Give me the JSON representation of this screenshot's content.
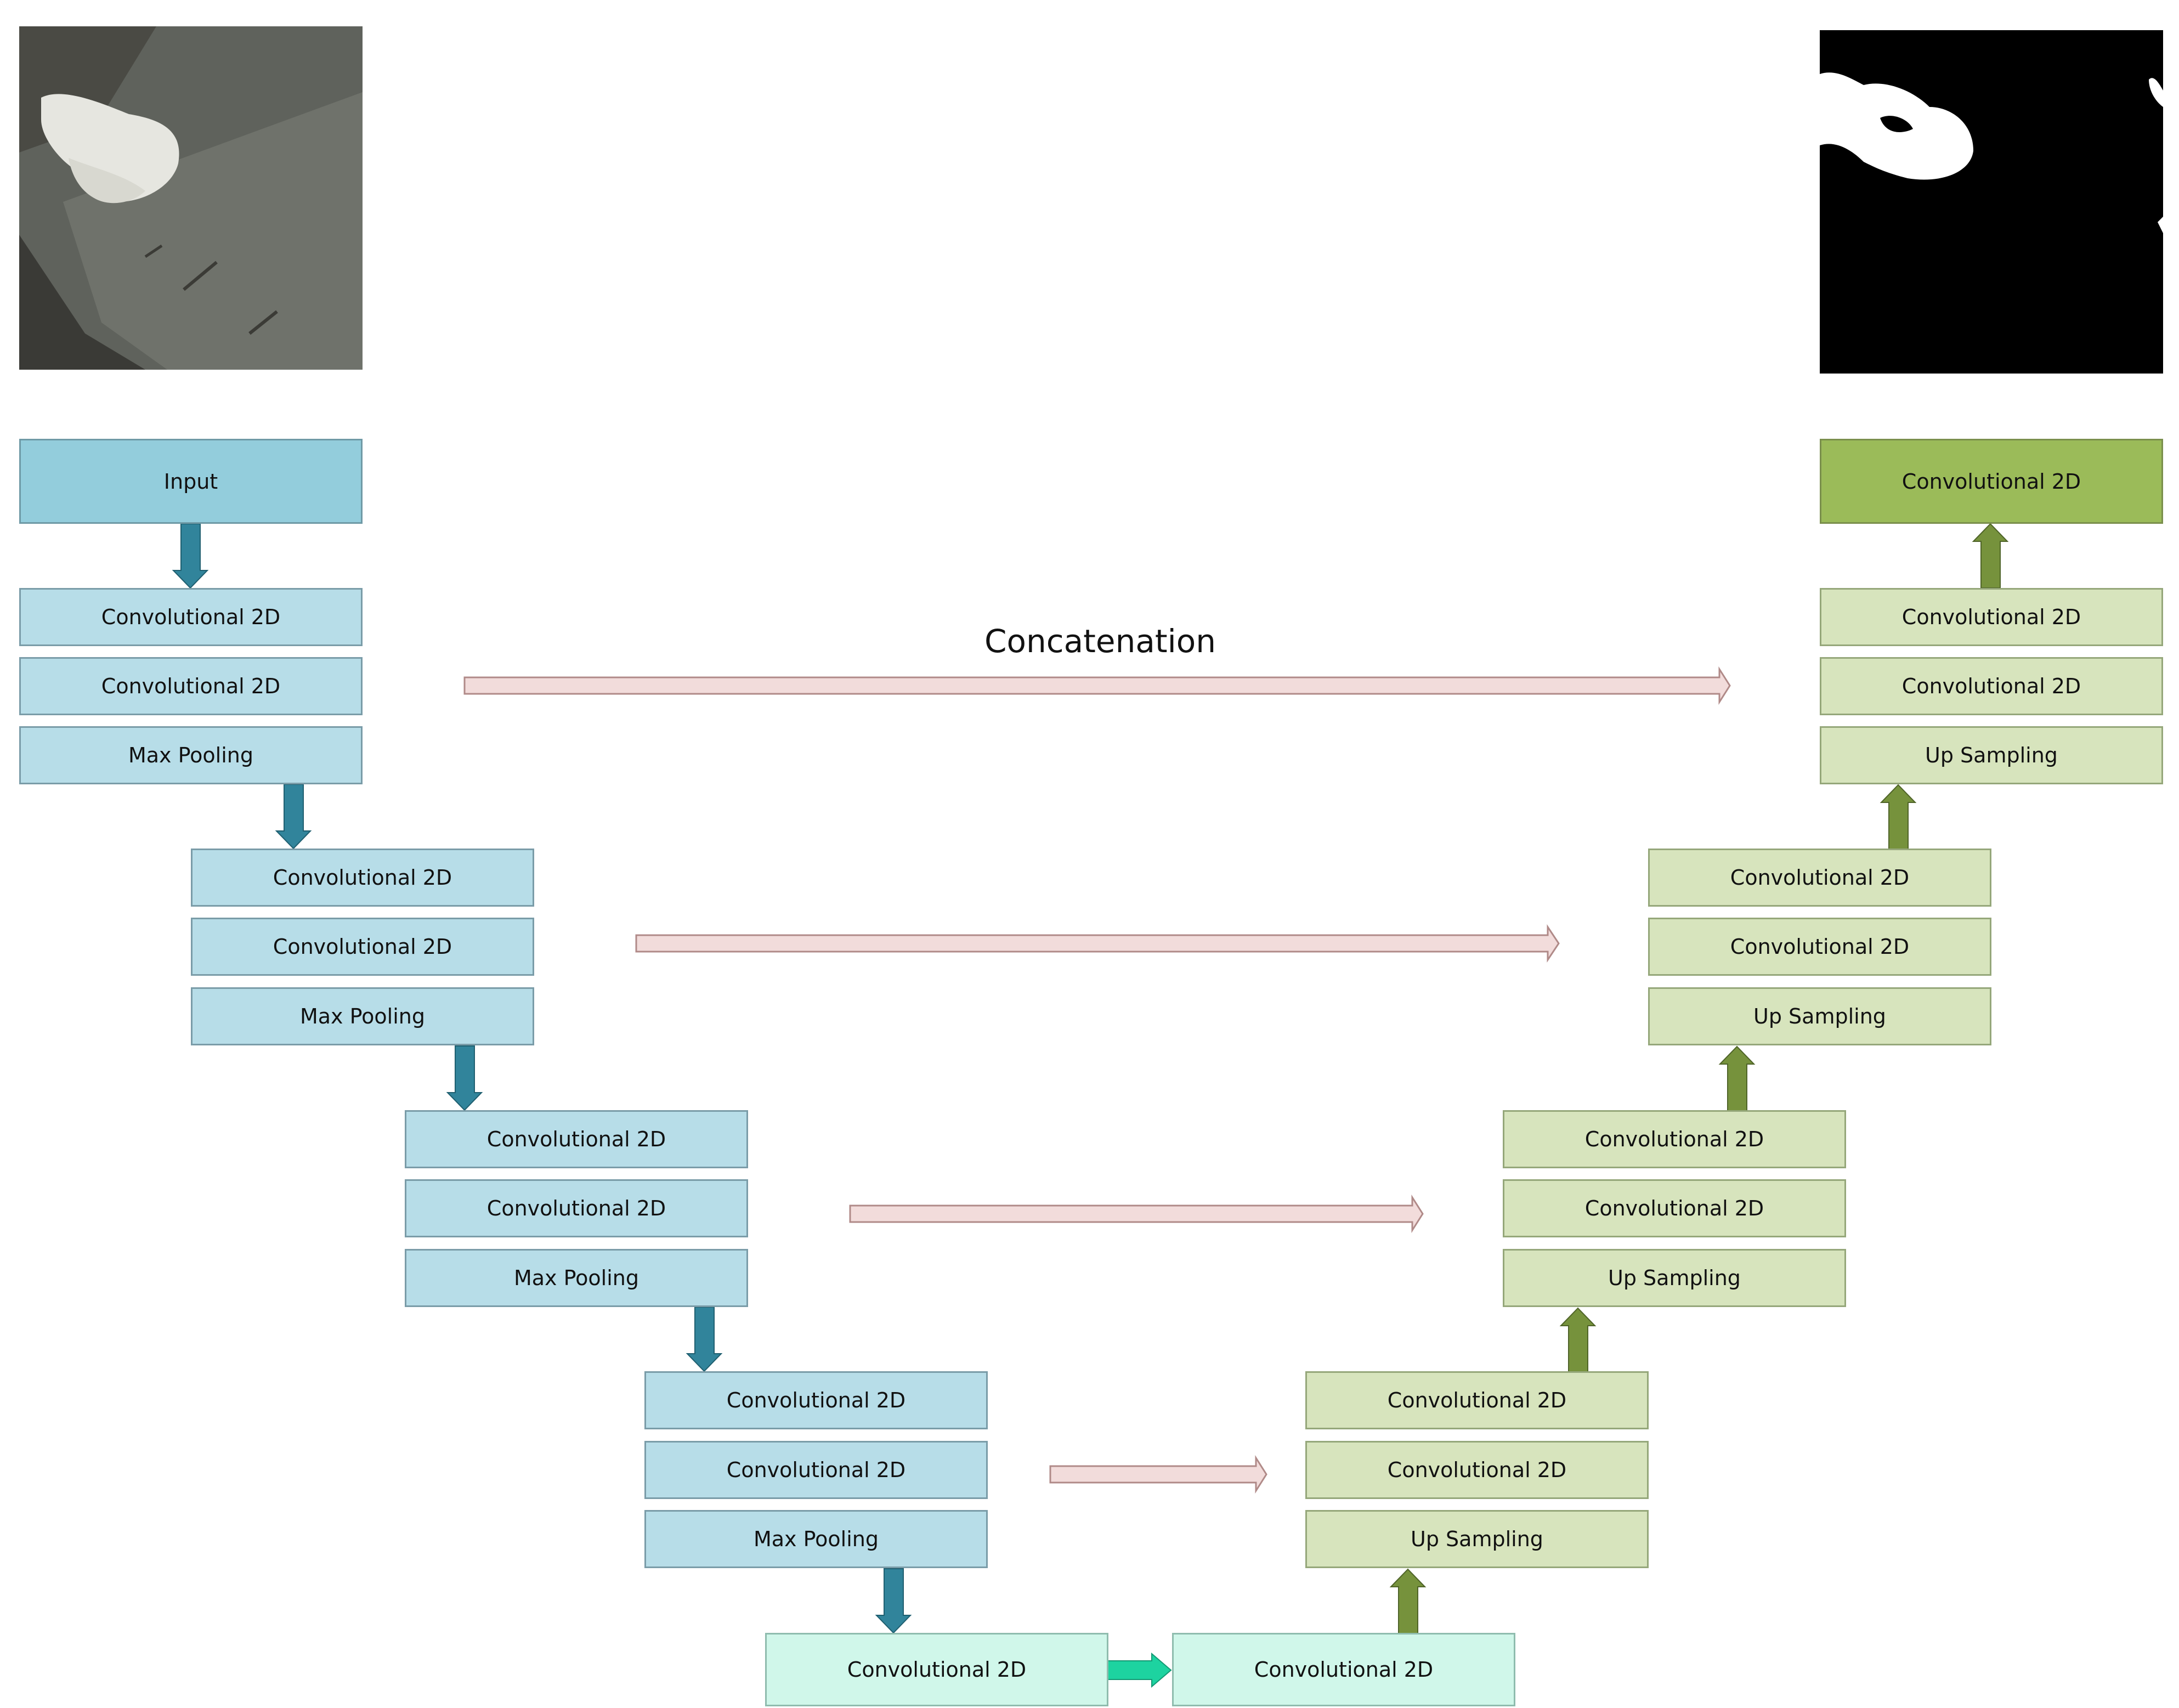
{
  "diagram": {
    "concat_label": "Concatenation",
    "encoder": {
      "input": "Input",
      "level1": [
        "Convolutional 2D",
        "Convolutional 2D",
        "Max Pooling"
      ],
      "level2": [
        "Convolutional 2D",
        "Convolutional 2D",
        "Max Pooling"
      ],
      "level3": [
        "Convolutional 2D",
        "Convolutional 2D",
        "Max Pooling"
      ],
      "level4": [
        "Convolutional 2D",
        "Convolutional 2D",
        "Max Pooling"
      ]
    },
    "bottleneck": [
      "Convolutional 2D",
      "Convolutional 2D"
    ],
    "decoder": {
      "level4": [
        "Convolutional 2D",
        "Convolutional 2D",
        "Up Sampling"
      ],
      "level3": [
        "Convolutional 2D",
        "Convolutional 2D",
        "Up Sampling"
      ],
      "level2": [
        "Convolutional 2D",
        "Convolutional 2D",
        "Up Sampling"
      ],
      "level1": [
        "Convolutional 2D",
        "Convolutional 2D",
        "Up Sampling"
      ],
      "output": "Convolutional 2D"
    },
    "colors": {
      "encoder_fill": "#b7dde8",
      "input_fill": "#93cddc",
      "decoder_fill": "#d7e4bd",
      "output_fill": "#9bbb59",
      "bottleneck_fill": "#d0f7ea",
      "down_arrow": "#31849b",
      "up_arrow": "#76923c",
      "bottleneck_arrow": "#1dd3a0",
      "concat_arrow": "#f2dcdb"
    }
  }
}
